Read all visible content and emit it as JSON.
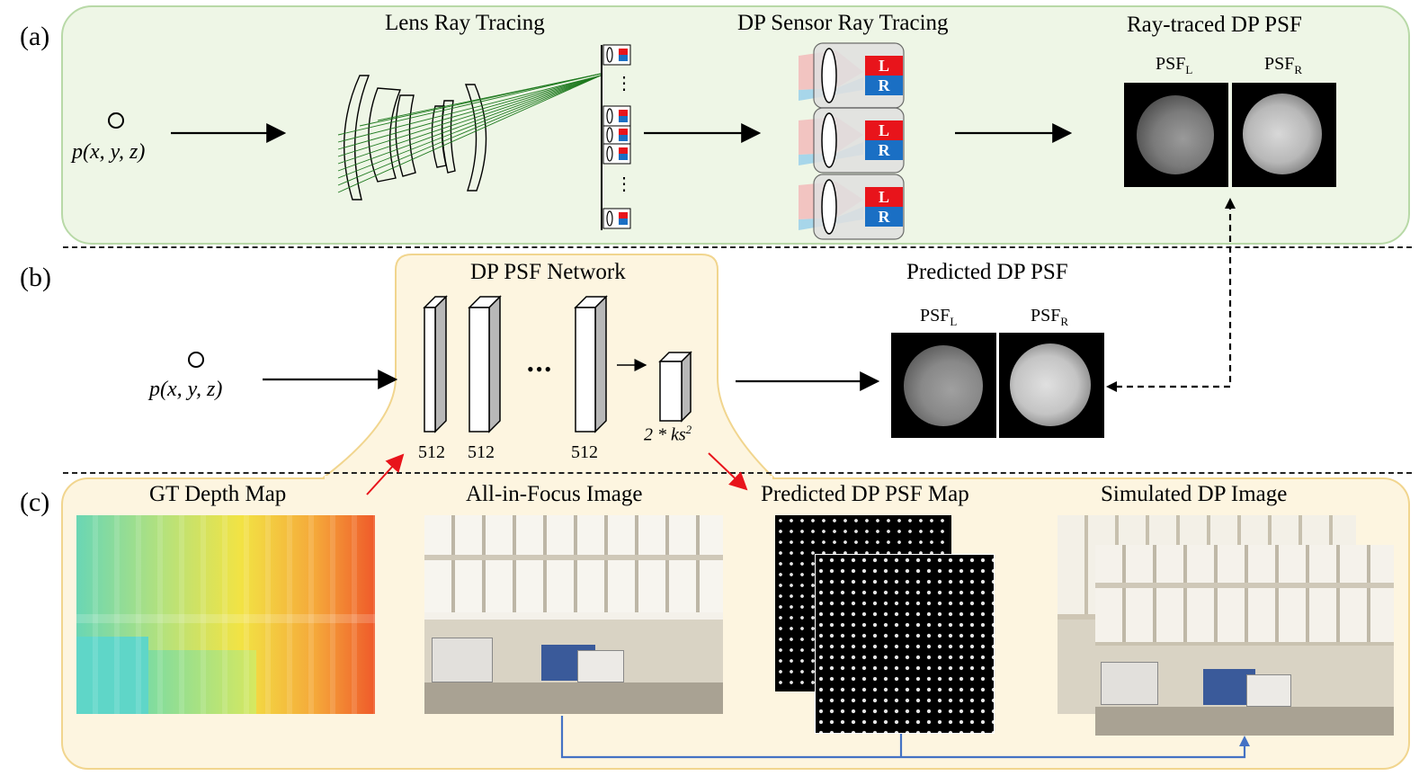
{
  "panels": {
    "a": "(a)",
    "b": "(b)",
    "c": "(c)"
  },
  "panel_a": {
    "lens_title": "Lens Ray Tracing",
    "sensor_title": "DP Sensor Ray Tracing",
    "psf_title": "Ray-traced DP PSF",
    "point_label": "p(x, y, z)",
    "psf_left": "PSF",
    "psf_left_sub": "L",
    "psf_right": "PSF",
    "psf_right_sub": "R",
    "pixel_left": "L",
    "pixel_right": "R",
    "ellipsis": "⋮"
  },
  "panel_b": {
    "network_title": "DP PSF Network",
    "point_label": "p(x, y, z)",
    "layer_labels": [
      "512",
      "512",
      "512"
    ],
    "output_label": "2 * ks",
    "output_sup": "2",
    "dots": "•••",
    "pred_title": "Predicted DP PSF",
    "psf_left": "PSF",
    "psf_left_sub": "L",
    "psf_right": "PSF",
    "psf_right_sub": "R"
  },
  "panel_c": {
    "depth_title": "GT Depth Map",
    "aif_title": "All-in-Focus Image",
    "psfmap_title": "Predicted DP PSF Map",
    "sim_title": "Simulated DP Image"
  },
  "colors": {
    "ray_green": "#1f7a1f",
    "pixel_red": "#e8141b",
    "pixel_blue": "#1a6fc4",
    "flow_blue": "#4472c4",
    "red_arrow": "#e8141b"
  }
}
